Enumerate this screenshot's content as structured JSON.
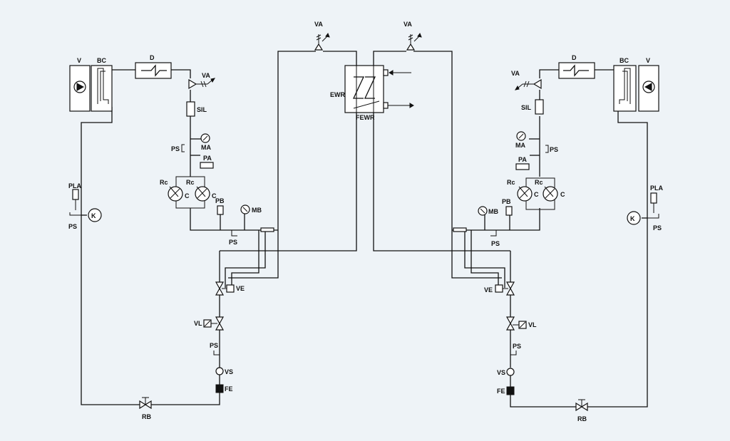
{
  "diagram": {
    "background": "#eef3f7",
    "line_color": "#111111",
    "center": {
      "relief_valve_left": "VA",
      "relief_valve_right": "VA",
      "heat_exchanger": "EWR",
      "heat_exchanger_inner": "FEWR"
    },
    "circuit_left": {
      "fan": "V",
      "coil": "BC",
      "filter": "D",
      "relief_valve": "VA",
      "silencer": "SIL",
      "gauge_high": "MA",
      "switch_high": "PS",
      "pressure_high": "PA",
      "compressor_heater_1": "Rc",
      "compressor_1": "C",
      "compressor_heater_2": "Rc",
      "compressor_2": "C",
      "pressure_low": "PB",
      "gauge_low": "MB",
      "switch_low": "PS",
      "pla": "PLA",
      "switch_pla": "PS",
      "thermo": "K",
      "expansion_valve": "VE",
      "line_valve": "VL",
      "switch_liquid": "PS",
      "sight_glass": "VS",
      "filter_dryer": "FE",
      "ball_valve": "RB"
    },
    "circuit_right": {
      "fan": "V",
      "coil": "BC",
      "filter": "D",
      "relief_valve": "VA",
      "silencer": "SIL",
      "gauge_high": "MA",
      "switch_high": "PS",
      "pressure_high": "PA",
      "compressor_heater_1": "Rc",
      "compressor_1": "C",
      "compressor_heater_2": "Rc",
      "compressor_2": "C",
      "pressure_low": "PB",
      "gauge_low": "MB",
      "switch_low": "PS",
      "pla": "PLA",
      "switch_pla": "PS",
      "thermo": "K",
      "expansion_valve": "VE",
      "line_valve": "VL",
      "switch_liquid": "PS",
      "sight_glass": "VS",
      "filter_dryer": "FE",
      "ball_valve": "RB"
    }
  }
}
